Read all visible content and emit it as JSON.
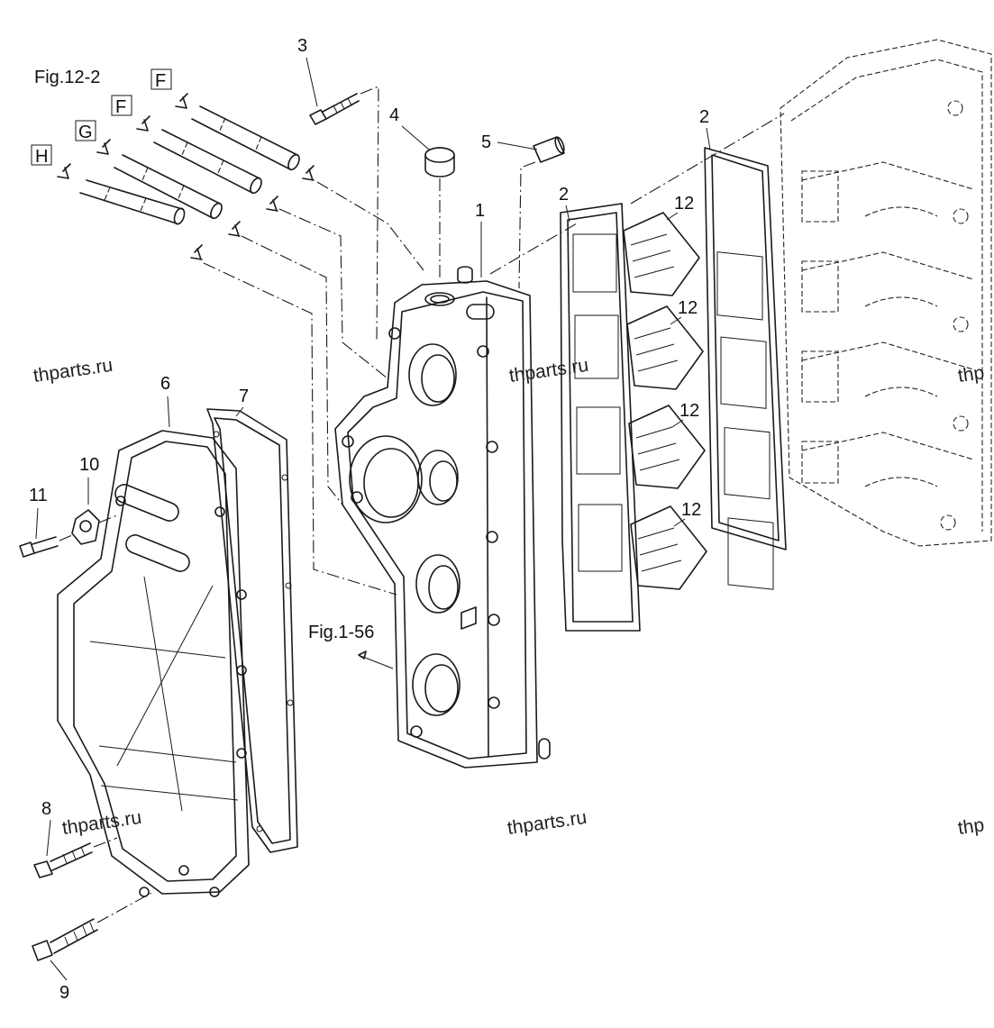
{
  "figure": {
    "label": "Fig.12-2",
    "reference": "Fig.1-56"
  },
  "hose_codes": [
    "F",
    "F",
    "G",
    "H"
  ],
  "callouts": [
    "1",
    "2",
    "2",
    "3",
    "4",
    "5",
    "6",
    "7",
    "8",
    "9",
    "10",
    "11",
    "12",
    "12",
    "12",
    "12"
  ],
  "watermarks": [
    "thparts.ru",
    "thparts.ru",
    "thparts.ru",
    "thparts.ru",
    "thp",
    "thp"
  ],
  "colors": {
    "line": "#1a1a1a",
    "background": "#ffffff"
  }
}
